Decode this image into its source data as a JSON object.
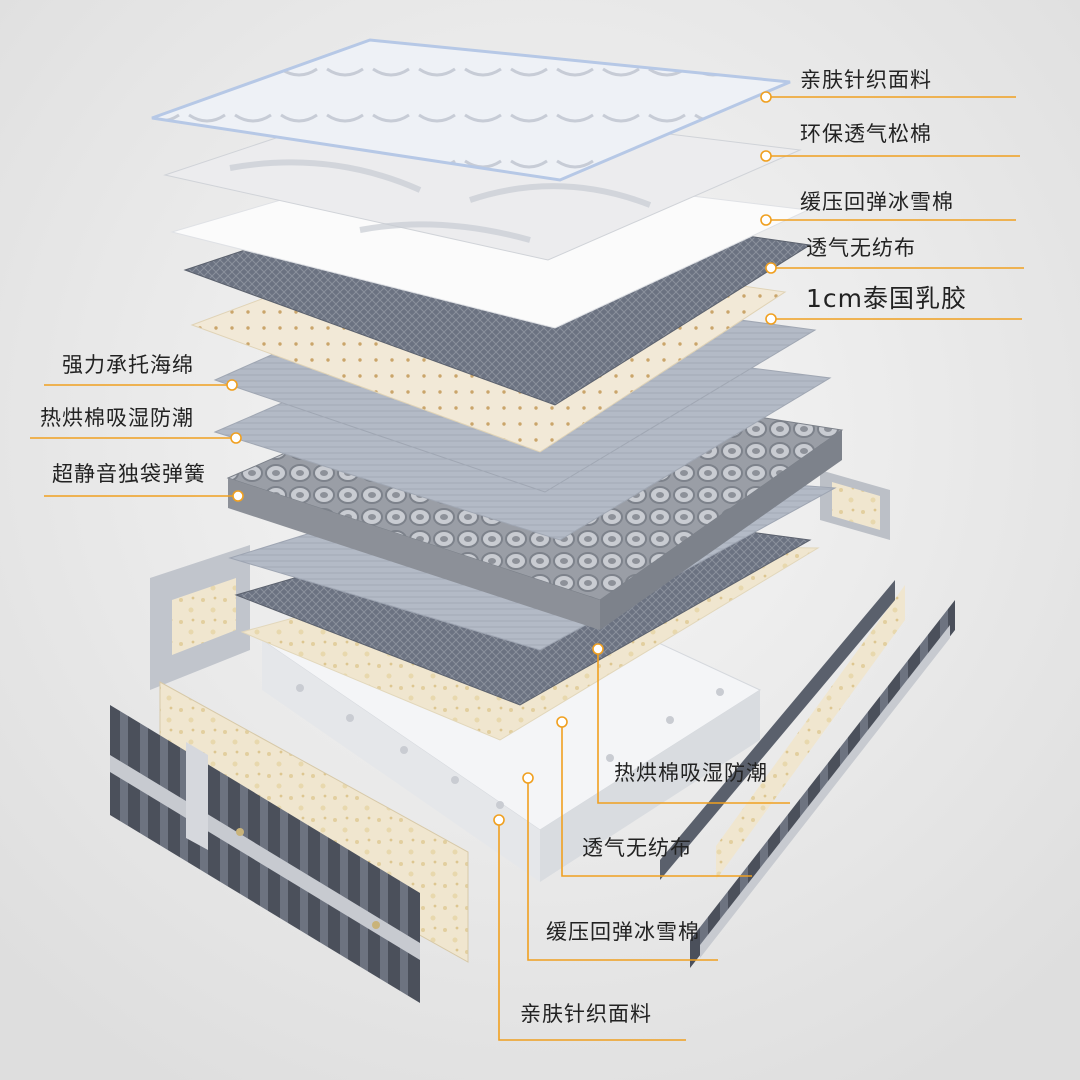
{
  "labels": {
    "right_top": [
      "亲肤针织面料",
      "环保透气松棉",
      "缓压回弹冰雪棉",
      "透气无纺布",
      "1cm泰国乳胶"
    ],
    "left": [
      "强力承托海绵",
      "热烘棉吸湿防潮",
      "超静音独袋弹簧"
    ],
    "bottom": [
      "热烘棉吸湿防潮",
      "透气无纺布",
      "缓压回弹冰雪棉",
      "亲肤针织面料"
    ]
  },
  "colors": {
    "leader_line": "#f0a020",
    "background": "#ececec",
    "text": "#222222"
  }
}
